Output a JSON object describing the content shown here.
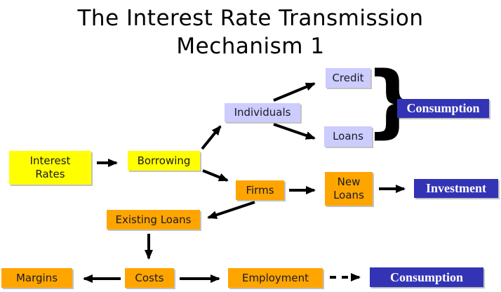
{
  "title": "The Interest Rate Transmission\nMechanism 1",
  "brace_glyph": "}",
  "colors": {
    "yellow_box": "#FFFF00",
    "orange_box": "#FFA500",
    "lavender_box": "#CCCCFF",
    "blue_box": "#3333B5",
    "blue_box_text": "#FFFFFF",
    "arrow": "#000000",
    "background": "#FFFFFF",
    "title_text": "#000000"
  },
  "nodes": {
    "interest_rates": {
      "label": "Interest\nRates",
      "color": "#FFFF00"
    },
    "borrowing": {
      "label": "Borrowing",
      "color": "#FFFF00"
    },
    "individuals": {
      "label": "Individuals",
      "color": "#CCCCFF"
    },
    "credit": {
      "label": "Credit",
      "color": "#CCCCFF"
    },
    "loans": {
      "label": "Loans",
      "color": "#CCCCFF"
    },
    "consumption_top": {
      "label": "Consumption",
      "color": "#3333B5"
    },
    "firms": {
      "label": "Firms",
      "color": "#FFA500"
    },
    "new_loans": {
      "label": "New\nLoans",
      "color": "#FFA500"
    },
    "investment": {
      "label": "Investment",
      "color": "#3333B5"
    },
    "existing_loans": {
      "label": "Existing Loans",
      "color": "#FFA500"
    },
    "margins": {
      "label": "Margins",
      "color": "#FFA500"
    },
    "costs": {
      "label": "Costs",
      "color": "#FFA500"
    },
    "employment": {
      "label": "Employment",
      "color": "#FFA500"
    },
    "consumption_bottom": {
      "label": "Consumption",
      "color": "#3333B5"
    }
  },
  "edges": [
    {
      "from": "Interest Rates",
      "to": "Borrowing",
      "style": "solid"
    },
    {
      "from": "Borrowing",
      "to": "Individuals",
      "style": "solid"
    },
    {
      "from": "Individuals",
      "to": "Credit",
      "style": "solid"
    },
    {
      "from": "Individuals",
      "to": "Loans",
      "style": "solid"
    },
    {
      "from": "Credit and Loans",
      "to": "Consumption",
      "style": "brace"
    },
    {
      "from": "Borrowing",
      "to": "Firms",
      "style": "solid"
    },
    {
      "from": "Firms",
      "to": "New Loans",
      "style": "solid"
    },
    {
      "from": "New Loans",
      "to": "Investment",
      "style": "solid"
    },
    {
      "from": "Firms",
      "to": "Existing Loans",
      "style": "solid"
    },
    {
      "from": "Existing Loans",
      "to": "Costs",
      "style": "solid"
    },
    {
      "from": "Costs",
      "to": "Margins",
      "style": "solid"
    },
    {
      "from": "Costs",
      "to": "Employment",
      "style": "solid"
    },
    {
      "from": "Employment",
      "to": "Consumption",
      "style": "dashed"
    }
  ]
}
